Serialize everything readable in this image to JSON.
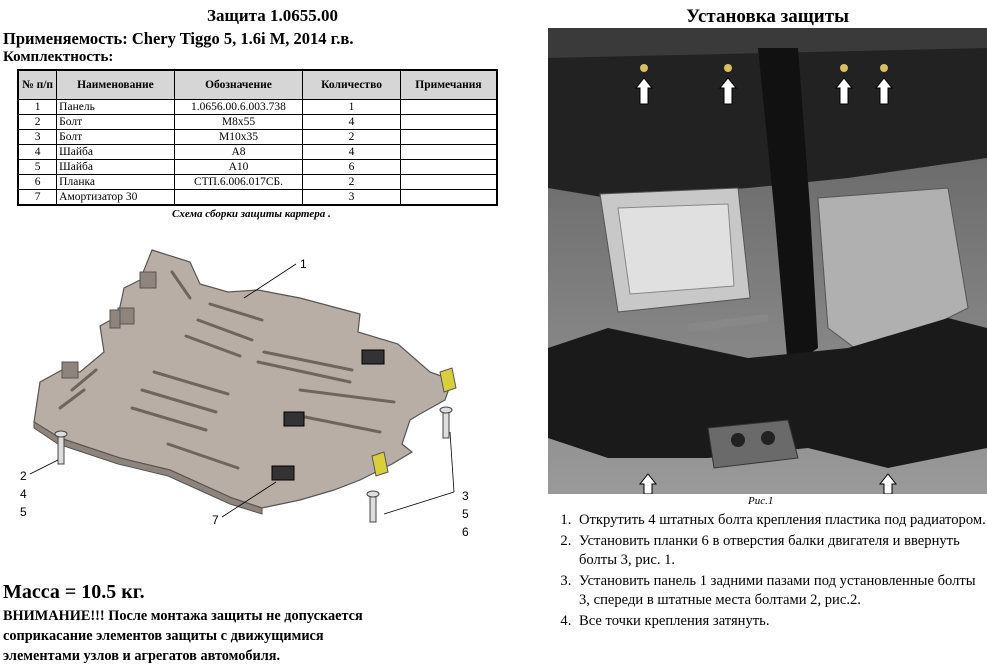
{
  "left": {
    "title": "Защита 1.0655.00",
    "applicability": "Применяемость:  Chery Tiggo 5, 1.6i  M, 2014 г.в.",
    "kit_label": "Комплектность:",
    "table": {
      "headers": [
        "№ п/п",
        "Наименование",
        "Обозначение",
        "Количество",
        "Примечания"
      ],
      "rows": [
        [
          "1",
          "Панель",
          "1.0656.00.6.003.738",
          "1",
          ""
        ],
        [
          "2",
          "Болт",
          "М8х55",
          "4",
          ""
        ],
        [
          "3",
          "Болт",
          "М10х35",
          "2",
          ""
        ],
        [
          "4",
          "Шайба",
          "А8",
          "4",
          ""
        ],
        [
          "5",
          "Шайба",
          "А10",
          "6",
          ""
        ],
        [
          "6",
          "Планка",
          "СТП.6.006.017СБ.",
          "2",
          ""
        ],
        [
          "7",
          "Амортизатор 30",
          "",
          "3",
          ""
        ]
      ]
    },
    "scheme_caption": "Схема сборки защиты картера .",
    "callouts": {
      "c1": "1",
      "c2": "2",
      "c4": "4",
      "c5a": "5",
      "c7": "7",
      "c3": "3",
      "c5b": "5",
      "c6": "6"
    },
    "mass": "Масса = 10.5 кг.",
    "warning_line1": "ВНИМАНИЕ!!! После монтажа защиты не допускается",
    "warning_line2": "соприкасание элементов защиты с движущимися",
    "warning_line3": "элементами узлов и агрегатов автомобиля."
  },
  "right": {
    "title": "Установка защиты",
    "figure_caption": "Рис.1",
    "steps": [
      "Открутить 4 штатных болта крепления пластика под радиатором.",
      "Установить планки 6 в отверстия балки двигателя и ввернуть болты 3, рис. 1.",
      "Установить панель 1 задними пазами под установленные болты 3, спереди в штатные места болтами 2, рис.2.",
      "Все точки крепления затянуть."
    ]
  },
  "colors": {
    "panel_fill": "#b9aea6",
    "table_header": "#d6d6d6",
    "bracket_yellow": "#d8cf3a"
  }
}
